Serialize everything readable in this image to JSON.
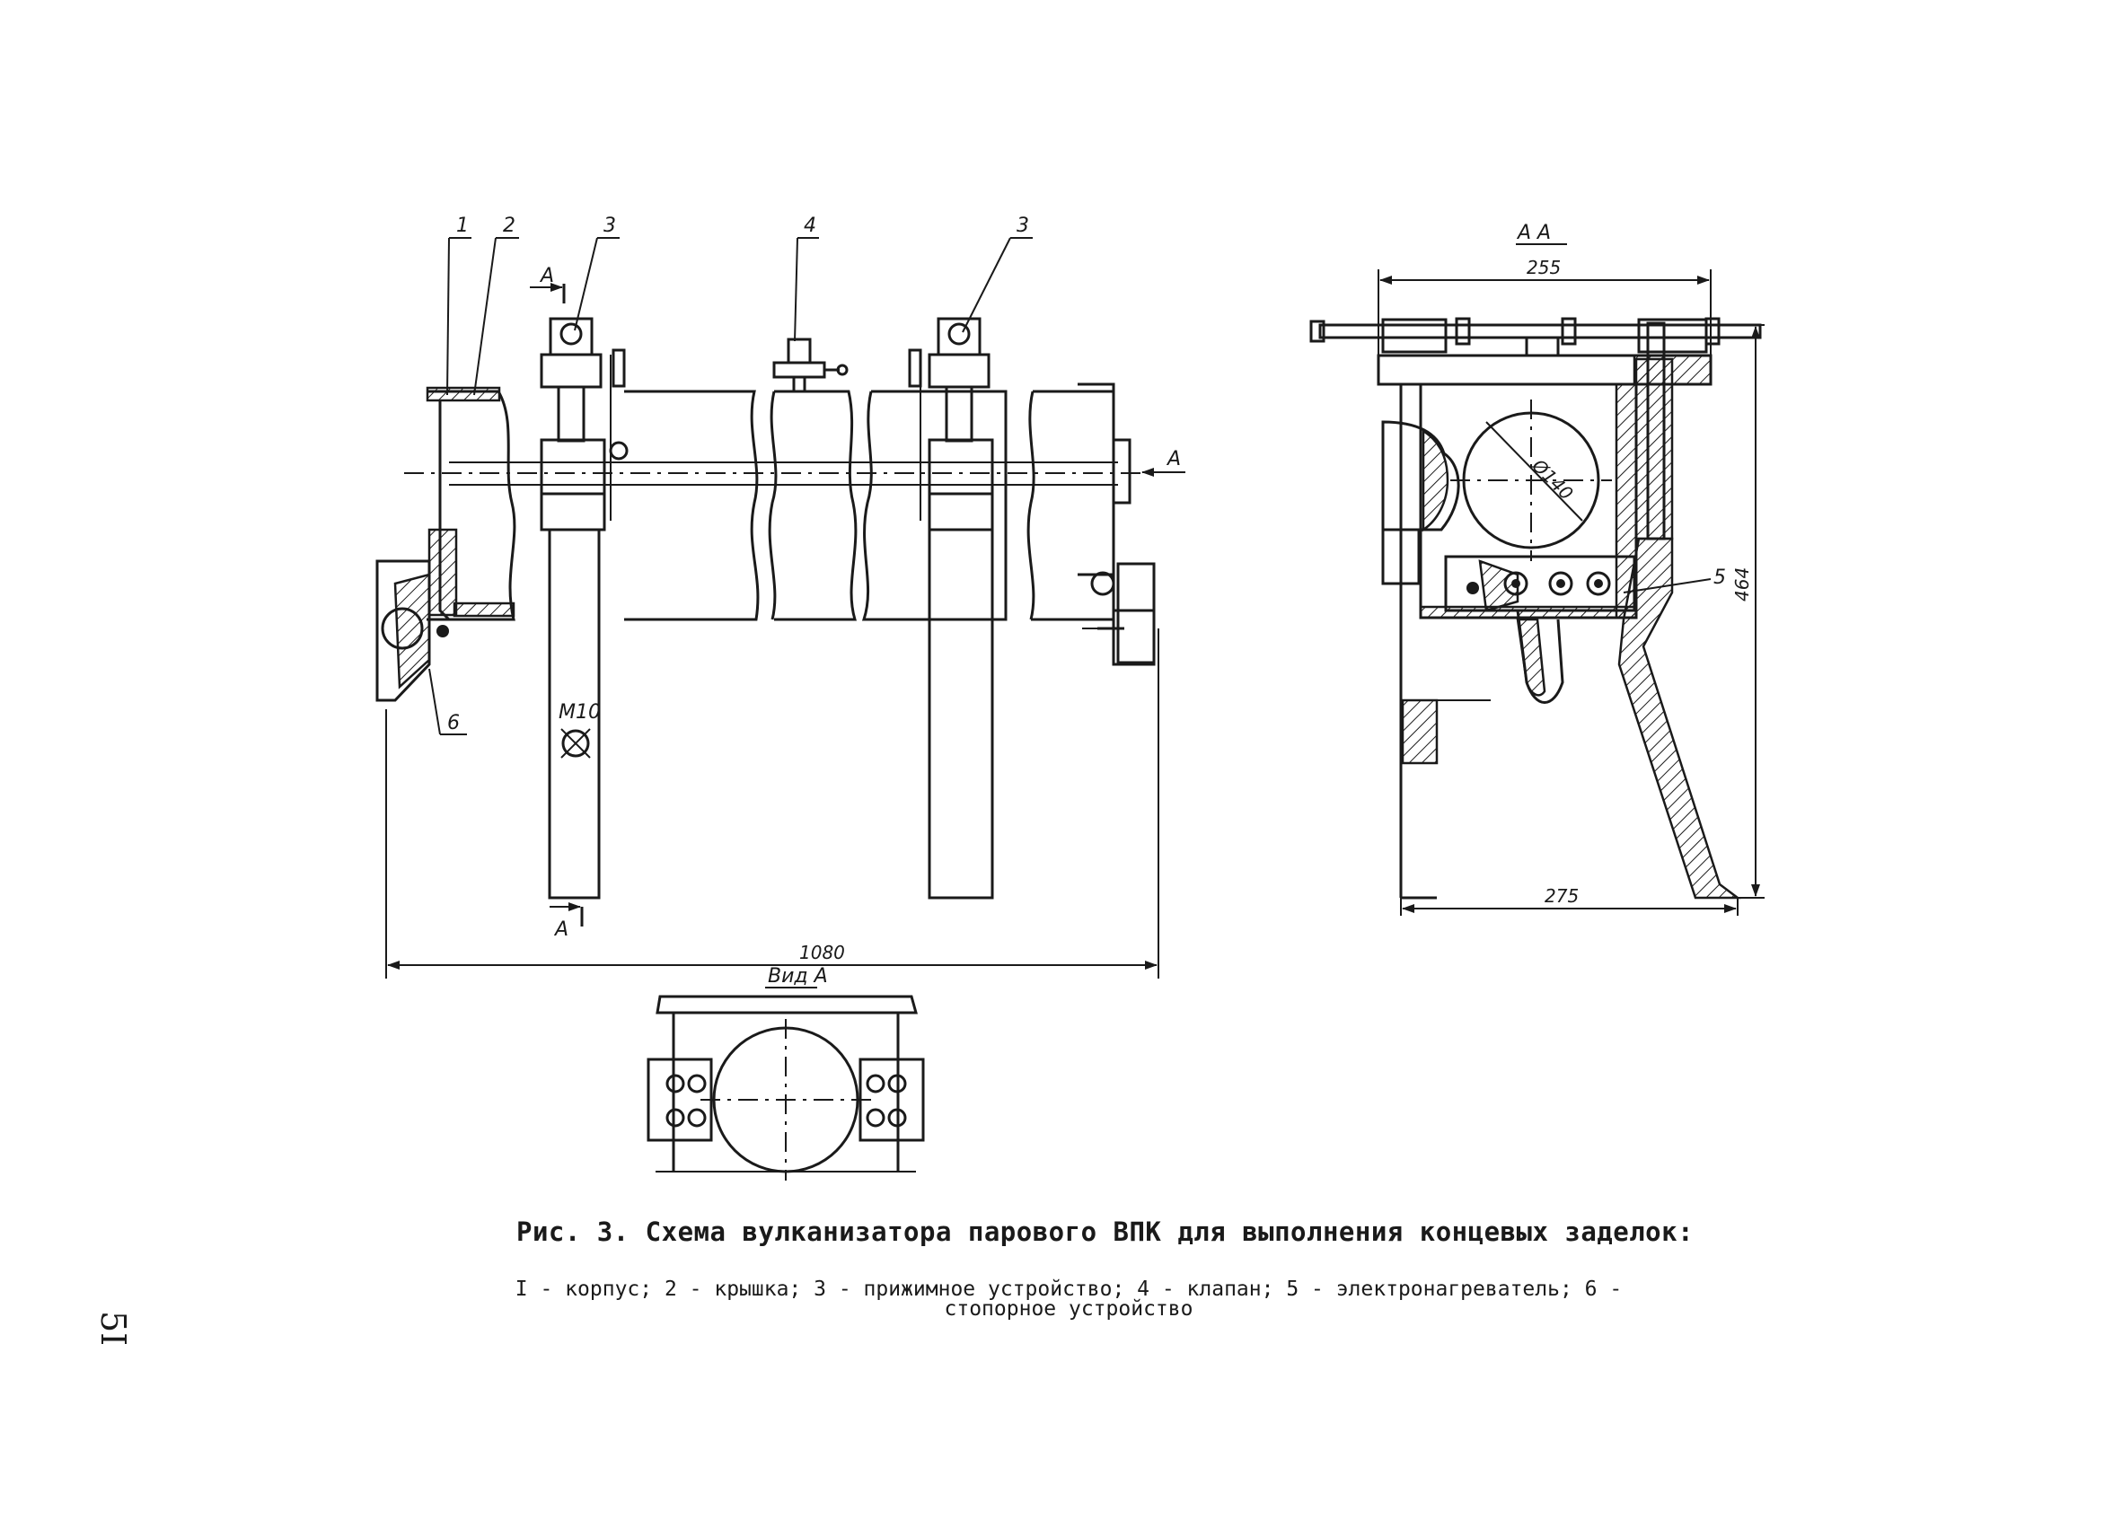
{
  "figure": {
    "title": "Рис. 3. Схема вулканизатора парового ВПК для выполнения концевых заделок:",
    "legend": "I - корпус; 2 - крышка; 3 - прижимное устройство; 4 - клапан; 5 - электронагреватель; 6 - стопорное устройство",
    "page_number": "5I"
  },
  "front_view": {
    "callouts": [
      "1",
      "2",
      "3",
      "4",
      "3",
      "6"
    ],
    "section_mark": "А",
    "bolt_label": "М10",
    "dim_overall": "1080"
  },
  "section_view": {
    "title": "А А",
    "dim_top": "255",
    "dim_bottom": "275",
    "dim_height": "464",
    "dim_bore": "Ø140",
    "callout": "5"
  },
  "view_a": {
    "title": "Вид А"
  }
}
